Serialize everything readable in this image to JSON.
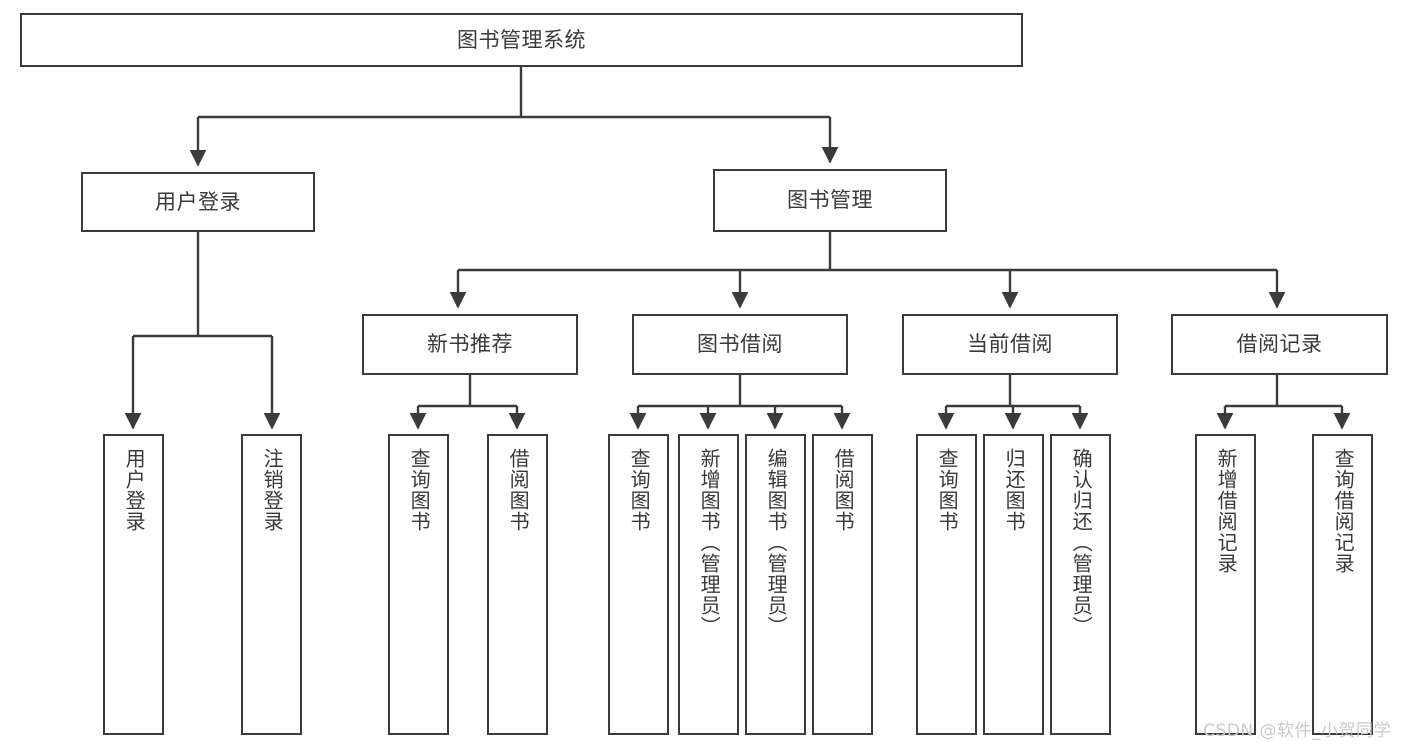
{
  "diagram": {
    "title": "图书管理系统",
    "type": "tree",
    "watermark": "CSDN @软件_小贺同学",
    "colors": {
      "box_border": "#3b3b3b",
      "box_fill": "#ffffff",
      "edge": "#3b3b3b",
      "text": "#3a3a3a",
      "watermark": "#c9c9c9",
      "background": "#ffffff"
    },
    "root": {
      "label": "图书管理系统"
    },
    "level1": [
      {
        "label": "用户登录"
      },
      {
        "label": "图书管理"
      }
    ],
    "level2": [
      {
        "label": "新书推荐"
      },
      {
        "label": "图书借阅"
      },
      {
        "label": "当前借阅"
      },
      {
        "label": "借阅记录"
      }
    ],
    "leaves": {
      "user_login": [
        {
          "label": "用户登录"
        },
        {
          "label": "注销登录"
        }
      ],
      "new_book_recommend": [
        {
          "label": "查询图书"
        },
        {
          "label": "借阅图书"
        }
      ],
      "book_borrow": [
        {
          "label": "查询图书"
        },
        {
          "label": "新增图书（管理员）"
        },
        {
          "label": "编辑图书（管理员）"
        },
        {
          "label": "借阅图书"
        }
      ],
      "current_borrow": [
        {
          "label": "查询图书"
        },
        {
          "label": "归还图书"
        },
        {
          "label": "确认归还（管理员）"
        }
      ],
      "borrow_record": [
        {
          "label": "新增借阅记录"
        },
        {
          "label": "查询借阅记录"
        }
      ]
    }
  }
}
